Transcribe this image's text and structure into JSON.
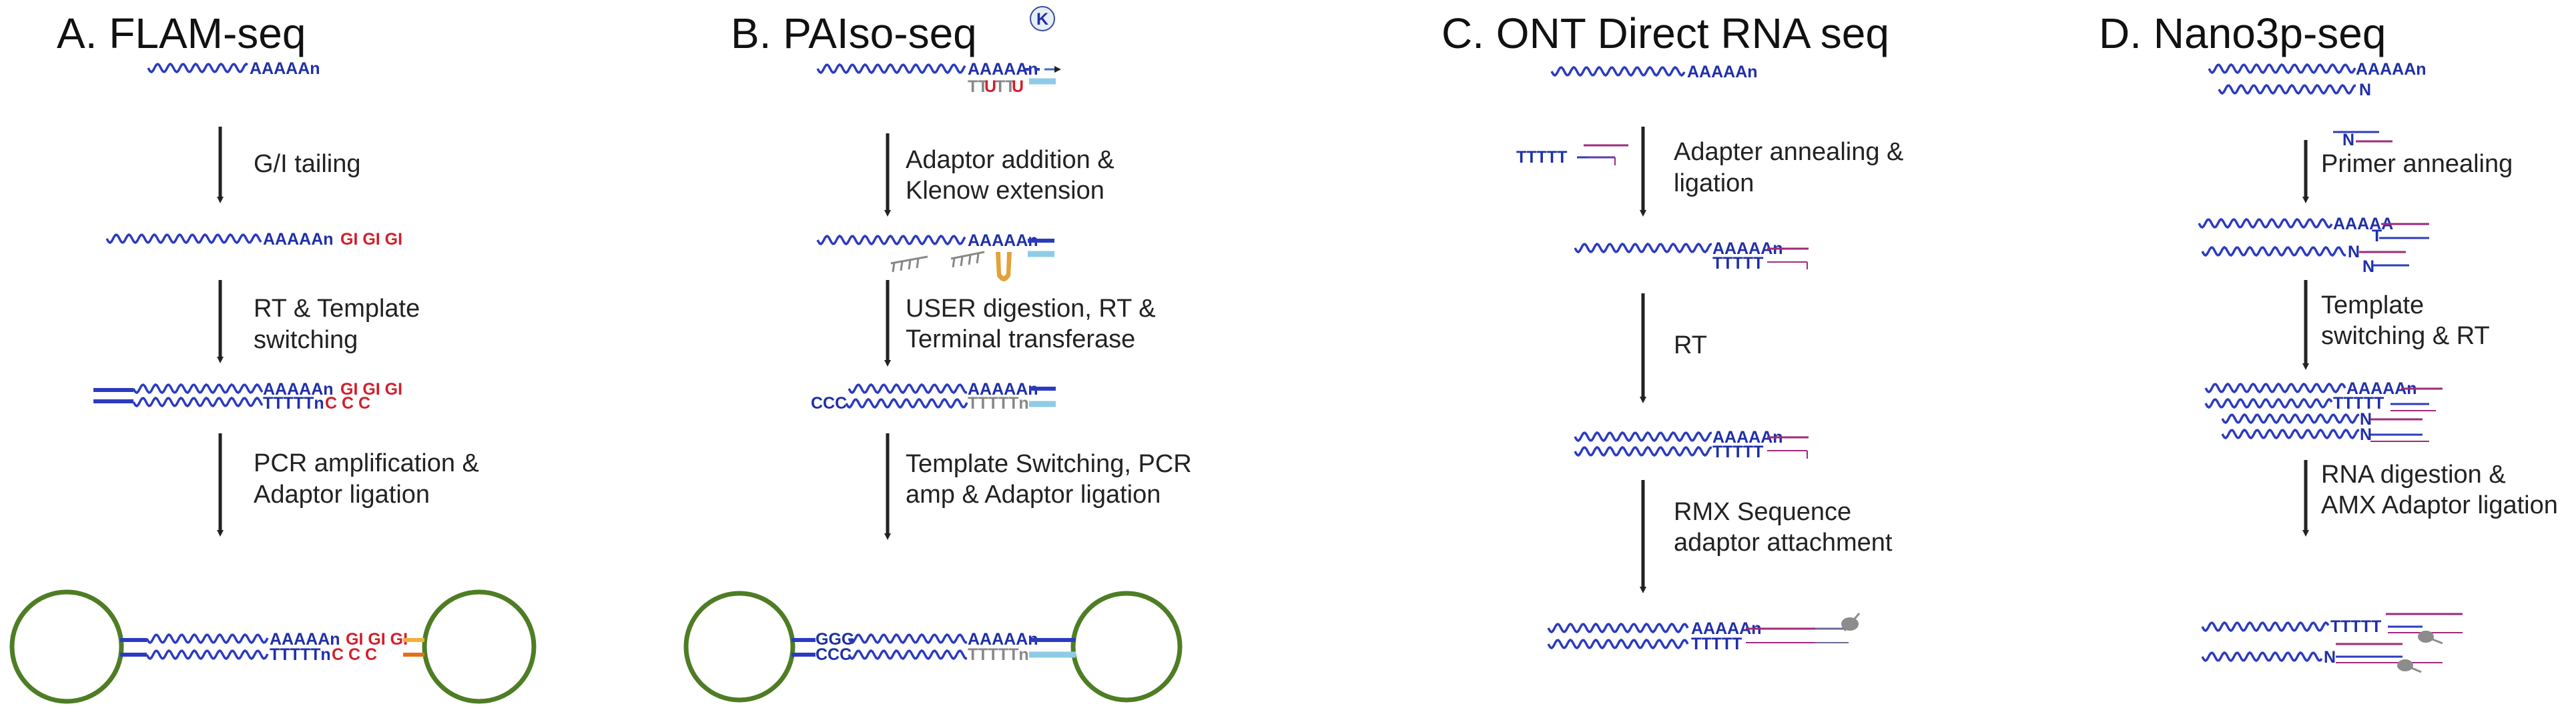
{
  "colors": {
    "rna_blue": "#2b3bbf",
    "primer_magenta": "#a02a7a",
    "red_text": "#d21f2b",
    "light_blue": "#8ecbe6",
    "grey": "#8c8c8c",
    "circle_green": "#4e7d24",
    "enzyme_orange": "#e2a13a",
    "arrow": "#222222"
  },
  "panels": {
    "a": {
      "title": "A. FLAM-seq",
      "steps": [
        "G/I tailing",
        "RT & Template",
        "switching",
        "PCR amplification &",
        "Adaptor ligation"
      ],
      "seq": {
        "polyA": "AAAAAn",
        "gi_tail": "GI GI GI",
        "polyT": "TTTTTn",
        "ccc": "C C C"
      },
      "icons": [
        "adaptor-circle-icon"
      ]
    },
    "b": {
      "title": "B. PAIso-seq",
      "steps": [
        "Adaptor addition &",
        "Klenow extension",
        "USER digestion, RT &",
        "Terminal transferase",
        "Template Switching, PCR",
        "amp & Adaptor ligation"
      ],
      "seq": {
        "polyA": "AAAAAn",
        "adaptor_tt": "TT",
        "adaptor_u1": "U",
        "adaptor_tt2": "TT",
        "adaptor_u2": "U",
        "klenow": "K",
        "ccc": "CCC",
        "polyT": "TTTTTn",
        "ggg": "GGG"
      },
      "icons": [
        "klenow-enzyme-icon",
        "user-enzyme-icon",
        "adaptor-circle-icon"
      ]
    },
    "c": {
      "title": "C. ONT Direct RNA seq",
      "steps": [
        "Adapter annealing &",
        "ligation",
        "RT",
        "RMX Sequence",
        "adaptor attachment"
      ],
      "seq": {
        "polyA": "AAAAAn",
        "adapter_t": "TTTTT",
        "polyT": "TTTTT"
      },
      "icons": [
        "motor-protein-icon"
      ]
    },
    "d": {
      "title": "D. Nano3p-seq",
      "steps": [
        "Primer annealing",
        "Template",
        "switching & RT",
        "RNA digestion &",
        "AMX Adaptor ligation"
      ],
      "seq": {
        "polyA": "AAAAAn",
        "n": "N",
        "aaaaa": "AAAAA",
        "t": "T",
        "polyT": "TTTTT"
      },
      "icons": [
        "motor-protein-icon"
      ]
    }
  }
}
